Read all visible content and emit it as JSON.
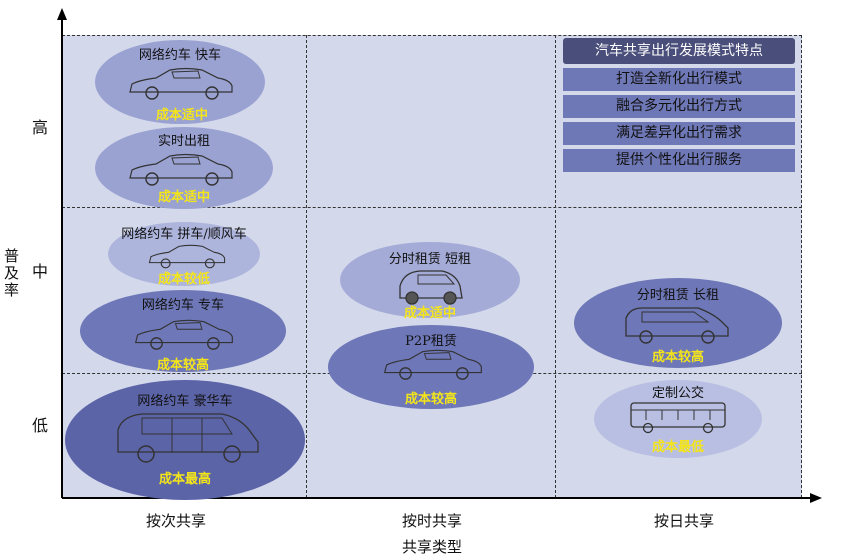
{
  "axes": {
    "y_label": "普及率",
    "x_label": "共享类型",
    "y_ticks": [
      "高",
      "中",
      "低"
    ],
    "x_ticks": [
      "按次共享",
      "按时共享",
      "按日共享"
    ]
  },
  "features": {
    "title": "汽车共享出行发展模式特点",
    "items": [
      "打造全新化出行模式",
      "融合多元化出行方式",
      "满足差异化出行需求",
      "提供个性化出行服务"
    ]
  },
  "modes": [
    {
      "name": "网络约车 快车",
      "cost": "成本适中",
      "sharing": "按次共享",
      "popularity": "高",
      "icon": "sedan-icon",
      "color": "#9aa2d2"
    },
    {
      "name": "实时出租",
      "cost": "成本适中",
      "sharing": "按次共享",
      "popularity": "高",
      "icon": "sedan-icon",
      "color": "#9aa2d2"
    },
    {
      "name": "网络约车 拼车/顺风车",
      "cost": "成本较低",
      "sharing": "按次共享",
      "popularity": "中",
      "icon": "sedan-icon",
      "color": "#aeb5dc"
    },
    {
      "name": "网络约车 专车",
      "cost": "成本较高",
      "sharing": "按次共享",
      "popularity": "中",
      "icon": "sedan-icon",
      "color": "#6e77b7"
    },
    {
      "name": "网络约车 豪华车",
      "cost": "成本最高",
      "sharing": "按次共享",
      "popularity": "低",
      "icon": "van-icon",
      "color": "#5c64a8"
    },
    {
      "name": "分时租赁 短租",
      "cost": "成本适中",
      "sharing": "按时共享",
      "popularity": "中",
      "icon": "compact-car-icon",
      "color": "#a4abd7"
    },
    {
      "name": "P2P租赁",
      "cost": "成本较高",
      "sharing": "按时共享",
      "popularity": "中",
      "icon": "sedan-icon",
      "color": "#6e77b7"
    },
    {
      "name": "分时租赁 长租",
      "cost": "成本较高",
      "sharing": "按日共享",
      "popularity": "中",
      "icon": "suv-icon",
      "color": "#6e77b7"
    },
    {
      "name": "定制公交",
      "cost": "成本最低",
      "sharing": "按日共享",
      "popularity": "低",
      "icon": "bus-icon",
      "color": "#b9bfe2"
    }
  ]
}
